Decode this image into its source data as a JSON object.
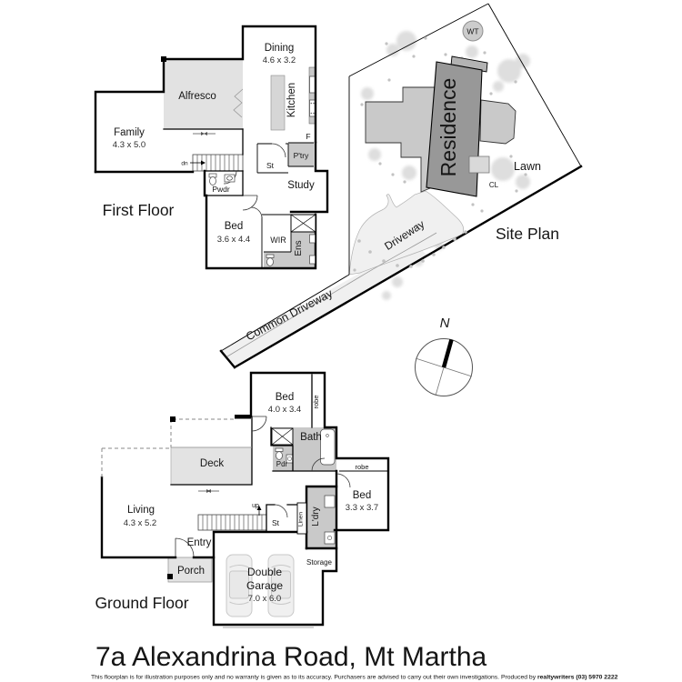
{
  "title": "7a Alexandrina Road, Mt Martha",
  "footer": {
    "disclaimer": "This floorplan is for illustration purposes only and no warranty is given as to its accuracy. Purchasers are advised to carry out their own investigations. Produced by ",
    "produced_by": "realtywriters (03) 5970 2222"
  },
  "first_floor": {
    "section_label": "First Floor",
    "labels": {
      "family": "Family",
      "family_dims": "4.3 x 5.0",
      "alfresco": "Alfresco",
      "dining": "Dining",
      "dining_dims": "4.6 x 3.2",
      "kitchen": "Kitchen",
      "fridge": "F",
      "store": "St",
      "pantry": "P'try",
      "powder": "Pwdr",
      "study": "Study",
      "bed": "Bed",
      "bed_dims": "3.6 x 4.4",
      "wir": "WIR",
      "ensuite": "Ens",
      "stairs": "dn"
    }
  },
  "site_plan": {
    "section_label": "Site Plan",
    "labels": {
      "residence": "Residence",
      "water_tank": "WT",
      "lawn": "Lawn",
      "clothesline": "CL",
      "driveway": "Driveway",
      "common_driveway": "Common Driveway",
      "north": "N"
    }
  },
  "ground_floor": {
    "section_label": "Ground Floor",
    "labels": {
      "bed1": "Bed",
      "bed1_dims": "4.0 x 3.4",
      "robe1": "robe",
      "bath": "Bath",
      "powder": "Pdr",
      "deck": "Deck",
      "living": "Living",
      "living_dims": "4.3 x 5.2",
      "stairs": "up",
      "store": "St",
      "laundry": "L'dry",
      "linen": "Linen",
      "bed2": "Bed",
      "bed2_dims": "3.3 x 3.7",
      "robe2": "robe",
      "entry": "Entry",
      "porch": "Porch",
      "garage_line1": "Double",
      "garage_line2": "Garage",
      "garage_dims": "7.0 x 6.0",
      "storage": "Storage"
    }
  },
  "colors": {
    "wall": "#000000",
    "wet_area_fill": "#c9c9c9",
    "deck_fill": "#e3e3e3",
    "residence_dark": "#989898",
    "residence_light": "#c9c9c9",
    "driveway_fill": "#f0f0f0",
    "tree_fill": "#dedede"
  }
}
